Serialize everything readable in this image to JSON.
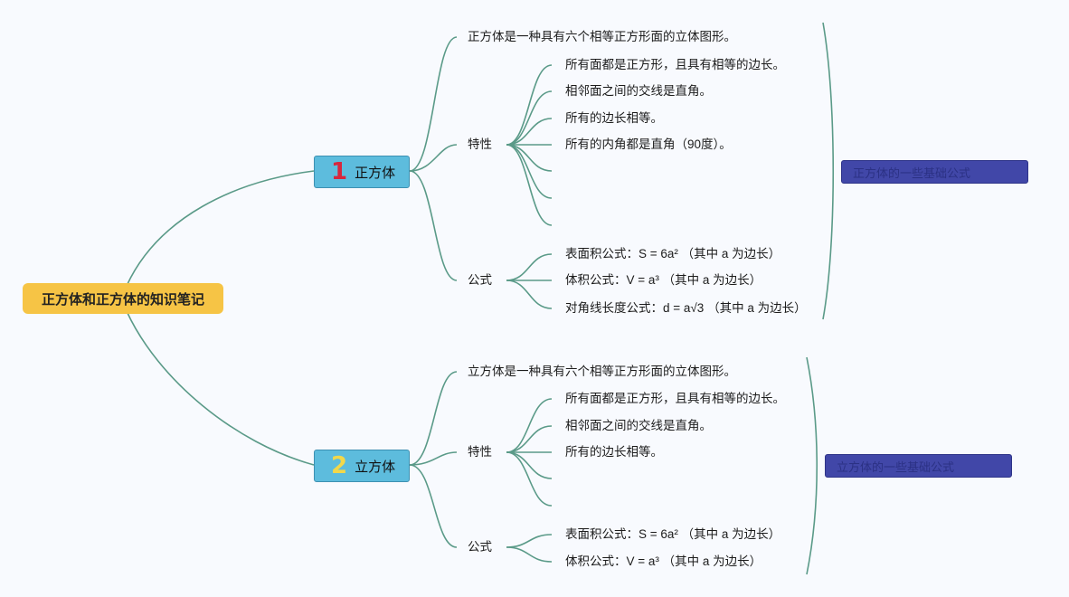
{
  "root": {
    "title": "正方体和正方体的知识笔记"
  },
  "colors": {
    "root": "#f6c445",
    "branch": "#5dbcdd",
    "line": "#5a9a88",
    "summary": "#4147a8",
    "num1": "#d7263d",
    "num2": "#f2d84a"
  },
  "branches": [
    {
      "number": "1",
      "label": "正方体",
      "definition": "正方体是一种具有六个相等正方形面的立体图形。",
      "features_label": "特性",
      "features": [
        "所有面都是正方形，且具有相等的边长。",
        "相邻面之间的交线是直角。",
        "所有的边长相等。",
        "所有的内角都是直角（90度）。",
        "",
        "",
        ""
      ],
      "formulas_label": "公式",
      "formulas": [
        "表面积公式：S = 6a² （其中 a 为边长）",
        "体积公式：V = a³ （其中 a 为边长）",
        "对角线长度公式：d = a√3 （其中 a 为边长）"
      ],
      "summary": "正方体的一些基础公式"
    },
    {
      "number": "2",
      "label": "立方体",
      "definition": "立方体是一种具有六个相等正方形面的立体图形。",
      "features_label": "特性",
      "features": [
        "所有面都是正方形，且具有相等的边长。",
        "相邻面之间的交线是直角。",
        "所有的边长相等。",
        "",
        ""
      ],
      "formulas_label": "公式",
      "formulas": [
        "表面积公式：S = 6a² （其中 a 为边长）",
        "体积公式：V = a³ （其中 a 为边长）"
      ],
      "summary": "立方体的一些基础公式"
    }
  ]
}
